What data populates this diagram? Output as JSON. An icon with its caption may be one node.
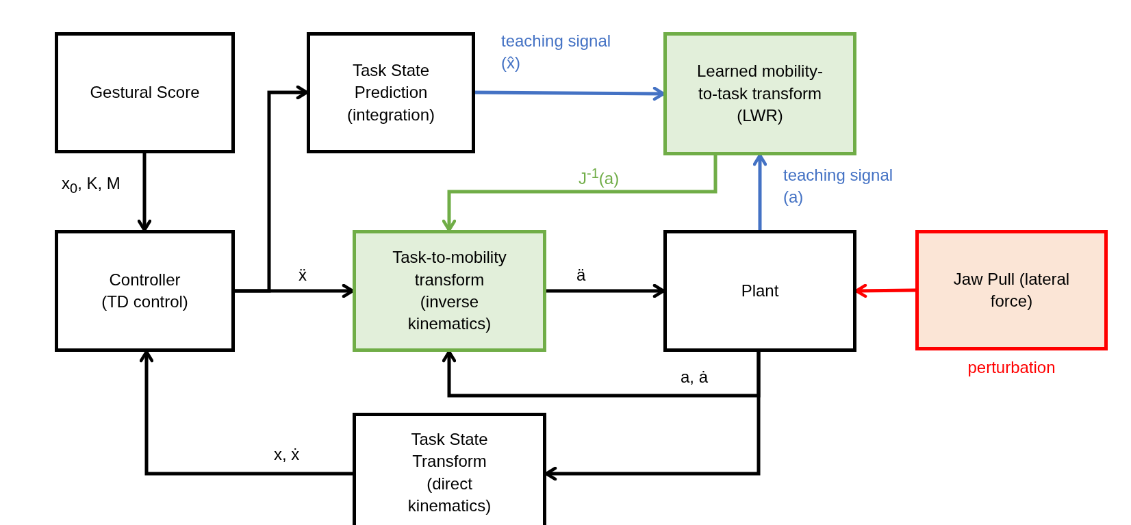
{
  "diagram": {
    "nodes": [
      {
        "text": [
          "Gestural Score"
        ]
      },
      {
        "text": [
          "Task State Prediction (integration)"
        ]
      },
      {
        "text": [
          "Learned mobility-to-task transform (LWR)"
        ]
      },
      {
        "text": [
          "Controller (TD control)"
        ]
      },
      {
        "text": [
          "Task-to-mobility transform (inverse kinematics)"
        ]
      },
      {
        "text": [
          "Plant"
        ]
      },
      {
        "text": [
          "Jaw Pull (lateral force)"
        ],
        "beside": [
          "perturbation"
        ]
      },
      {
        "text": [
          "Task State Transform (direct kinematics)"
        ]
      }
    ],
    "edges": [
      {
        "from": 0,
        "to": 3,
        "arrow": "to",
        "label": "x$_{0}$, K, M"
      },
      {
        "from": 3,
        "to": 1,
        "arrow": "to"
      },
      {
        "from": 3,
        "to": 4,
        "arrow": "to",
        "label": "ẍ"
      },
      {
        "from": 1,
        "to": 2,
        "arrow": "to",
        "label": "teaching signal (x̂)",
        "color": "#4472c4"
      },
      {
        "from": 2,
        "to": 4,
        "arrow": "to",
        "label": "J$^{-1}$(a)",
        "color": "#70ad47"
      },
      {
        "from": 4,
        "to": 5,
        "arrow": "to",
        "label": "ä"
      },
      {
        "from": 5,
        "to": 2,
        "arrow": "to",
        "label": "teaching signal (a)",
        "color": "#4472c4"
      },
      {
        "from": 6,
        "to": 5,
        "arrow": "to",
        "color": "#ff0000"
      },
      {
        "from": 5,
        "to": 4,
        "arrow": "to",
        "label": "a, ȧ"
      },
      {
        "from": 5,
        "to": 7,
        "arrow": "to"
      },
      {
        "from": 7,
        "to": 3,
        "arrow": "to",
        "label": "x, ẋ"
      }
    ]
  }
}
